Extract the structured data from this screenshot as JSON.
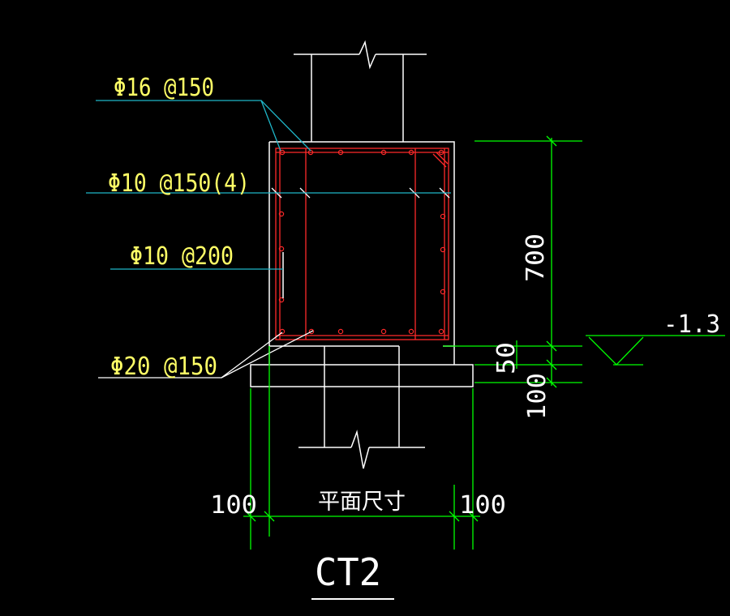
{
  "drawing": {
    "colors": {
      "background": "#000000",
      "outline": "#ffffff",
      "rebar": "#ff2a2a",
      "dimension": "#00ff00",
      "leader": "#1fb6c8",
      "annotation": "#ffff66",
      "text": "#ffffff"
    },
    "labels": {
      "rebar_top": "Φ16 @150",
      "stirrup": "Φ10 @150(4)",
      "side_bar": "Φ10 @200",
      "rebar_bottom": "Φ20 @150"
    },
    "dimensions": {
      "height": "700",
      "bottom_offset": "50",
      "pad_thickness": "100",
      "left_margin": "100",
      "right_margin": "100",
      "plan_size": "平面尺寸"
    },
    "elevation": "-1.3",
    "title": "CT2"
  }
}
